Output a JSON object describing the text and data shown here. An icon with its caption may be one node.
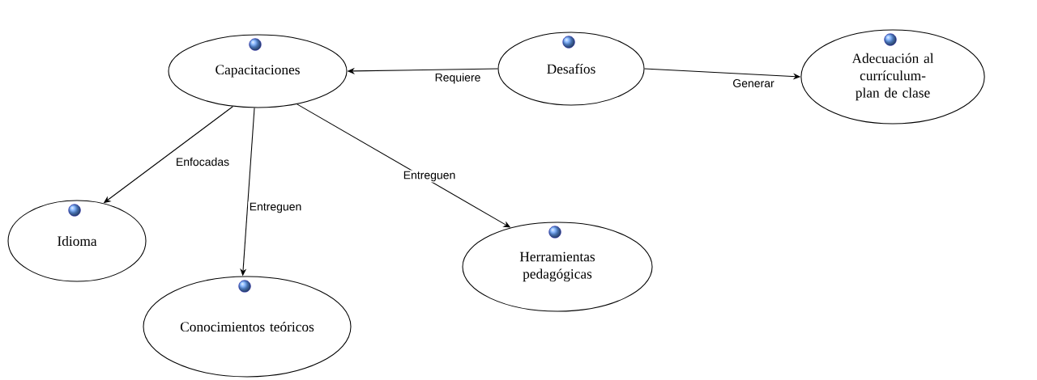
{
  "diagram": {
    "nodes": [
      {
        "text": [
          "Capacitaciones"
        ]
      },
      {
        "text": [
          "Desafíos"
        ]
      },
      {
        "text": [
          "Adecuación al currículum-plan de clase"
        ]
      },
      {
        "text": [
          "Idioma"
        ]
      },
      {
        "text": [
          "Conocimientos teóricos"
        ]
      },
      {
        "text": [
          "Herramientas pedagógicas"
        ]
      }
    ],
    "edges": [
      {
        "from": 1,
        "to": 0,
        "arrow": "to",
        "label": "Requiere"
      },
      {
        "from": 1,
        "to": 2,
        "arrow": "to",
        "label": "Generar"
      },
      {
        "from": 0,
        "to": 3,
        "arrow": "to",
        "label": "Enfocadas"
      },
      {
        "from": 0,
        "to": 4,
        "arrow": "to",
        "label": "Entreguen"
      },
      {
        "from": 0,
        "to": 5,
        "arrow": "to",
        "label": "Entreguen"
      }
    ]
  }
}
